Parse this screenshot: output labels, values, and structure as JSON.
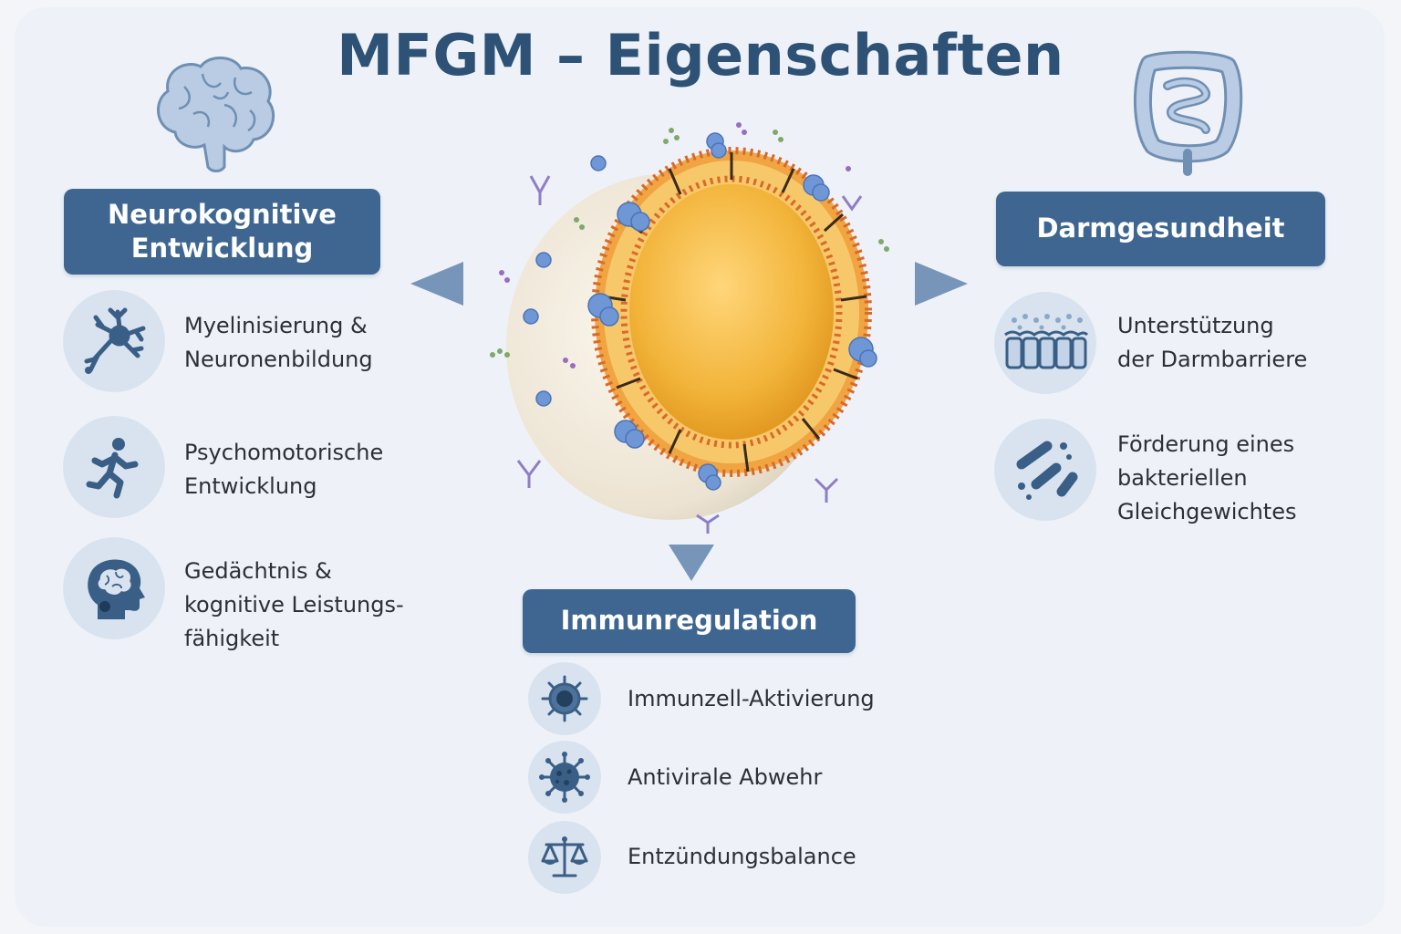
{
  "title": "MFGM – Eigenschaften",
  "colors": {
    "header": "#3e6690",
    "icon": "#3a5f86",
    "circle": "#d9e3ef",
    "title": "#2d5276"
  },
  "sections": {
    "neuro": {
      "header": "Neurokognitive\nEntwicklung",
      "items": [
        {
          "icon": "neuron-icon",
          "label": "Myelinisierung &\nNeuronenbildung"
        },
        {
          "icon": "running-person-icon",
          "label": "Psychomotorische\nEntwicklung"
        },
        {
          "icon": "head-brain-icon",
          "label": "Gedächtnis &\nkognitive Leistungs-\nfähigkeit"
        }
      ]
    },
    "darm": {
      "header": "Darmgesundheit",
      "items": [
        {
          "icon": "gut-barrier-icon",
          "label": "Unterstützung\nder Darmbarriere"
        },
        {
          "icon": "bacteria-icon",
          "label": "Förderung eines\nbakteriellen\nGleichgewichtes"
        }
      ]
    },
    "immun": {
      "header": "Immunregulation",
      "items": [
        {
          "icon": "immune-cell-icon",
          "label": "Immunzell-Aktivierung"
        },
        {
          "icon": "virus-icon",
          "label": "Antivirale Abwehr"
        },
        {
          "icon": "balance-scale-icon",
          "label": "Entzündungsbalance"
        }
      ]
    }
  }
}
